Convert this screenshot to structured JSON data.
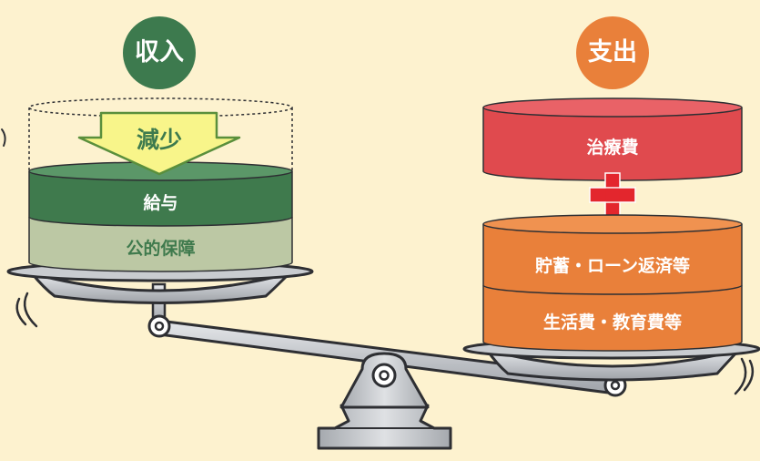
{
  "income": {
    "title": "収入",
    "decrease": "減少",
    "layers": [
      {
        "label": "給与"
      },
      {
        "label": "公的保障"
      }
    ]
  },
  "expense": {
    "title": "支出",
    "treatment": "治療費",
    "layers": [
      {
        "label": "貯蓄・ローン返済等"
      },
      {
        "label": "生活費・教育費等"
      }
    ]
  },
  "colors": {
    "background": "#fdf2cf",
    "income_green": "#3d7a4e",
    "income_layer_dark": "#3f7a4d",
    "income_layer_light": "#bcc8a4",
    "decrease_arrow": "#f8f58a",
    "expense_orange": "#e9803a",
    "treatment_red": "#e04a4e",
    "plus_red": "#e3262d",
    "scale_gray": "#b9bcc1"
  }
}
